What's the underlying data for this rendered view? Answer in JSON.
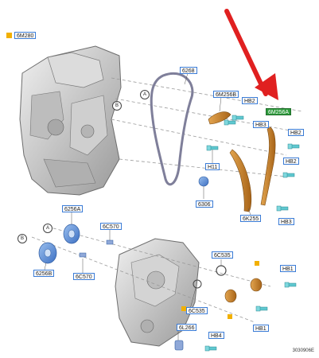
{
  "legend": {
    "label": "6M280",
    "swatch_color": "#f2b000"
  },
  "callouts": {
    "a1": "A",
    "b1": "B",
    "a2": "A",
    "b2": "B"
  },
  "labels": {
    "l6268": "6268",
    "l6M256B": "6M256B",
    "lHB2a": "HB2",
    "lHB3": "HB3",
    "l6M256A": "6M256A",
    "lHB2b": "HB2",
    "lHB2c": "HB2",
    "lH11": "H11",
    "l6306": "6306",
    "l6K255": "6K255",
    "lHB3b": "HB3",
    "l6256A": "6256A",
    "l6C570a": "6C570",
    "l6256B": "6256B",
    "l6C570b": "6C570",
    "l6C535a": "6C535",
    "l6C535b": "6C535",
    "l6L266": "6L266",
    "lHB1a": "HB1",
    "lHB1b": "HB1",
    "lHB4": "HB4"
  },
  "figure_number": "3030906E",
  "colors": {
    "label_border": "#3a7bd5",
    "highlight_label": "#2e9a3c",
    "arrow": "#e02020",
    "guide_part": "#c7802a",
    "bolt": "#5fc8d0",
    "pulley": "#5b8fd8",
    "engine": "#c9c9c9"
  }
}
